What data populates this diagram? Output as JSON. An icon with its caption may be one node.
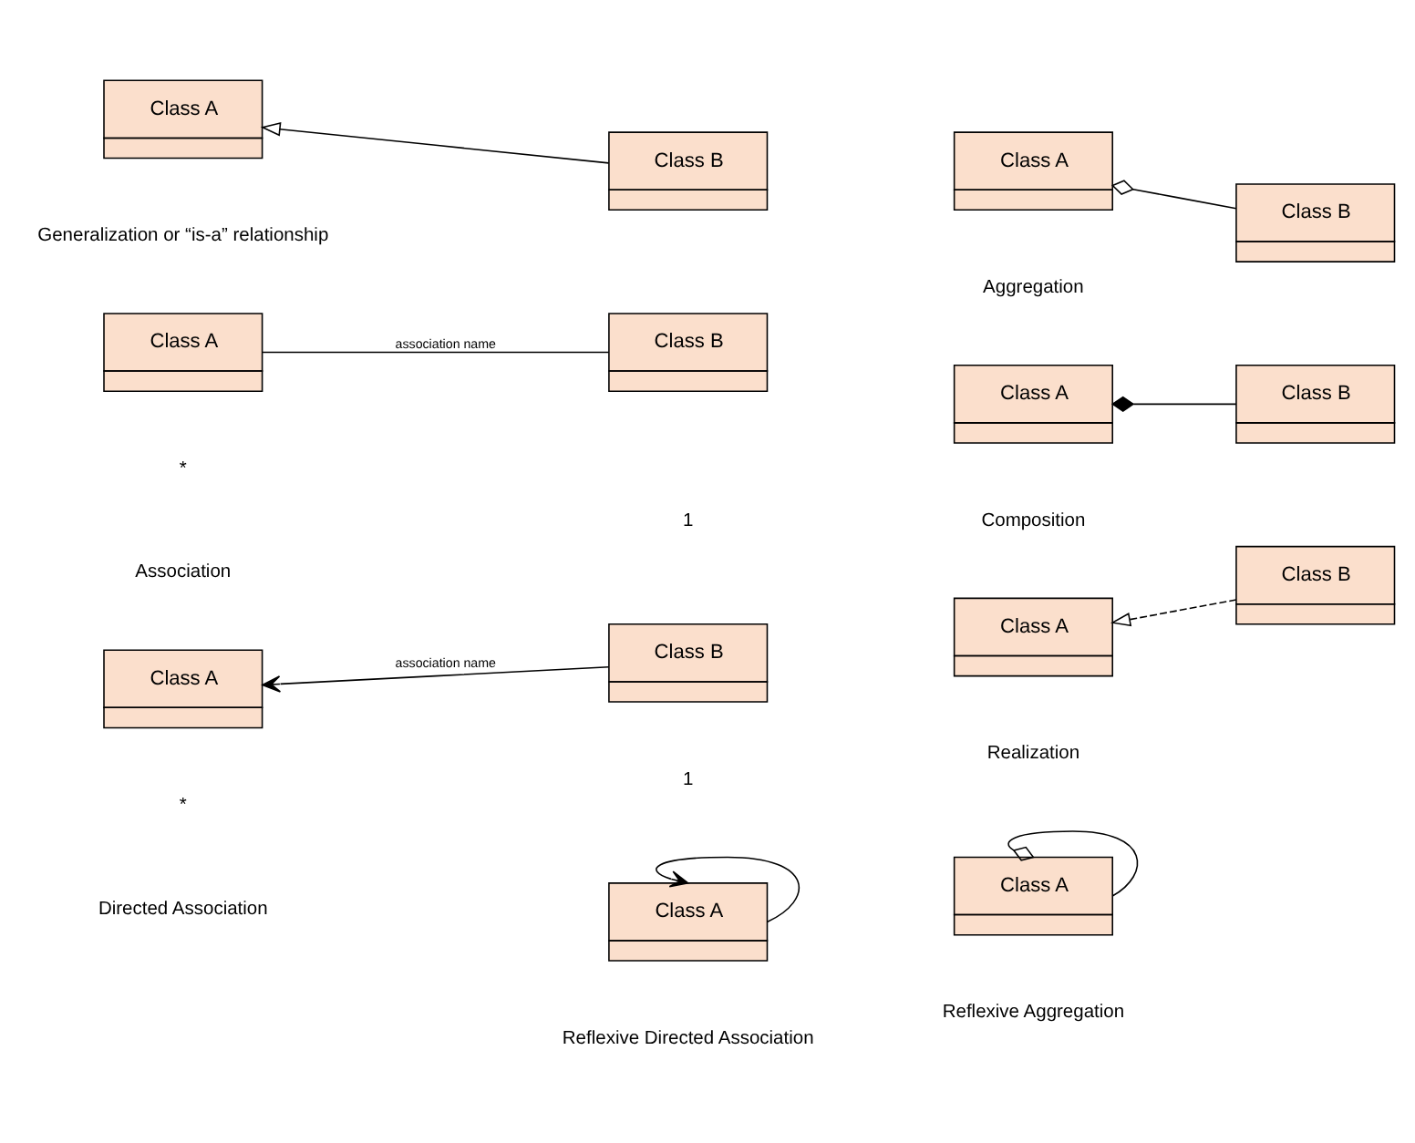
{
  "diagram": {
    "nodes": [
      {
        "text": [
          "Class A"
        ]
      },
      {
        "text": [
          "Class B"
        ]
      },
      {
        "text": [
          "Class A"
        ]
      },
      {
        "text": [
          "Class B"
        ]
      },
      {
        "text": [
          "Class A"
        ]
      },
      {
        "text": [
          "Class B"
        ]
      },
      {
        "text": [
          "Class A"
        ]
      },
      {
        "text": [
          "Class B"
        ]
      },
      {
        "text": [
          "Class A"
        ]
      },
      {
        "text": [
          "Class B"
        ]
      },
      {
        "text": [
          "Class A"
        ]
      },
      {
        "text": [
          "Class B"
        ]
      },
      {
        "text": [
          "Class A"
        ]
      },
      {
        "text": [
          "Class A"
        ]
      }
    ],
    "edges": [
      {
        "from": 1,
        "to": 0,
        "arrow": "to"
      },
      {
        "from": 3,
        "to": 2,
        "arrow": "other"
      },
      {
        "from": 5,
        "to": 4,
        "arrow": "none",
        "label": "association name"
      },
      {
        "from": 7,
        "to": 6,
        "arrow": "other"
      },
      {
        "from": 9,
        "to": 8,
        "arrow": "to",
        "label": "association name"
      },
      {
        "from": 11,
        "to": 10,
        "arrow": "to",
        "style": "dashed"
      },
      {
        "from": 12,
        "to": 12,
        "arrow": "to"
      },
      {
        "from": 13,
        "to": 13,
        "arrow": "other"
      }
    ],
    "labels": [
      "Generalization or “is-a” relationship",
      "Aggregation",
      "*",
      "1",
      "Association",
      "Composition",
      "*",
      "1",
      "Directed Association",
      "Realization",
      "Reflexive Directed Association",
      "Reflexive Aggregation"
    ]
  }
}
